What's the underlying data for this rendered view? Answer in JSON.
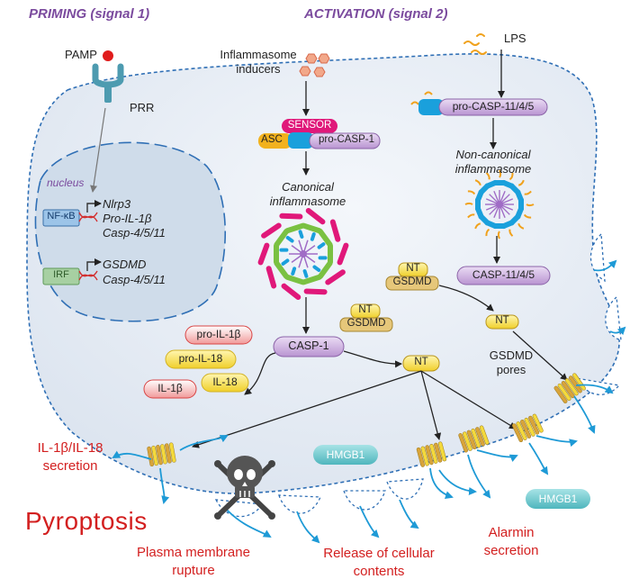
{
  "headers": {
    "priming": "PRIMING (signal 1)",
    "activation": "ACTIVATION (signal 2)"
  },
  "priming": {
    "pamp": "PAMP",
    "prr": "PRR",
    "nucleus": "nucleus",
    "nfkb": "NF-κB",
    "nfkb_genes": [
      "Nlrp3",
      "Pro-IL-1β",
      "Casp-4/5/11"
    ],
    "irf": "IRF",
    "irf_genes": [
      "GSDMD",
      "Casp-4/5/11"
    ]
  },
  "canonical": {
    "inducers": "Inflammasome inducers",
    "sensor": "SENSOR",
    "asc": "ASC",
    "pro_casp1": "pro-CASP-1",
    "title": "Canonical inflammasome",
    "casp1": "CASP-1",
    "nt_gsdmd": [
      "NT",
      "GSDMD"
    ],
    "nt": "NT"
  },
  "noncanonical": {
    "lps": "LPS",
    "pro_casp": "pro-CASP-11/4/5",
    "title": "Non-canonical inflammasome",
    "casp": "CASP-11/4/5",
    "nt_gsdmd": [
      "NT",
      "GSDMD"
    ],
    "nt": "NT"
  },
  "cytokines": {
    "pro_il1b": "pro-IL-1β",
    "pro_il18": "pro-IL-18",
    "il1b": "IL-1β",
    "il18": "IL-18"
  },
  "outcomes": {
    "gsdmd_pores": "GSDMD pores",
    "hmgb1": "HMGB1",
    "secretion": "IL-1β/IL-18 secretion",
    "pyroptosis": "Pyroptosis",
    "membrane_rupture": "Plasma membrane rupture",
    "release": "Release of cellular contents",
    "alarmin": "Alarmin secretion"
  },
  "colors": {
    "cell_fill": "#e3e9f2",
    "nucleus_fill": "#cfdcea",
    "membrane": "#2f6fb5",
    "header": "#7b4b9e",
    "outcome_red": "#d32020",
    "sensor": "#e0187a",
    "asc": "#f2b21e",
    "caspase": "#c9a8dc",
    "nt_yellow": "#f4da3c",
    "il_red": "#ee4a4a",
    "hmgb1": "#6cc4c9",
    "pore_blue": "#1e9ad6"
  }
}
